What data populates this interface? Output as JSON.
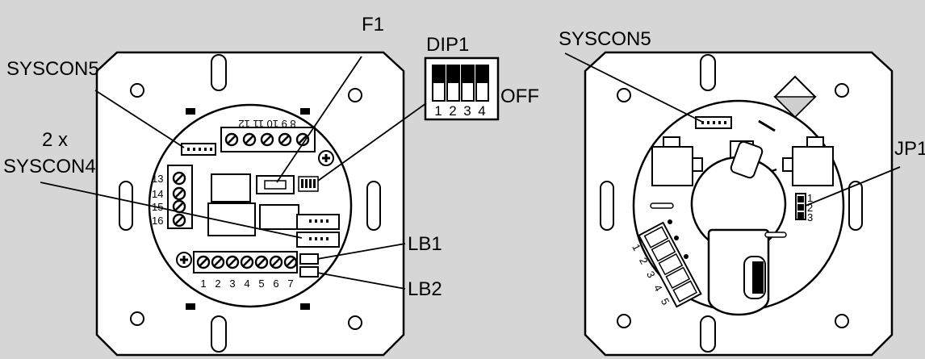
{
  "diagram": {
    "left_module": {
      "labels": {
        "syscon5": "SYSCON5",
        "f1": "F1",
        "dip1": "DIP1",
        "dip_off": "OFF",
        "syscon4_line1": "2 x",
        "syscon4_line2": "SYSCON4",
        "lb1": "LB1",
        "lb2": "LB2"
      },
      "dip_switch_numbers": [
        "1",
        "2",
        "3",
        "4"
      ],
      "top_terminal_numbers": "8 9 10 11 12",
      "bottom_terminal_numbers": [
        "1",
        "2",
        "3",
        "4",
        "5",
        "6",
        "7"
      ],
      "side_terminal_numbers": [
        "13",
        "14",
        "15",
        "16"
      ]
    },
    "right_module": {
      "labels": {
        "syscon5": "SYSCON5",
        "jp1": "JP1"
      },
      "jp1_pins": [
        "1",
        "2",
        "3"
      ],
      "terminal_numbers": [
        "1",
        "2",
        "3",
        "4",
        "5"
      ]
    }
  }
}
